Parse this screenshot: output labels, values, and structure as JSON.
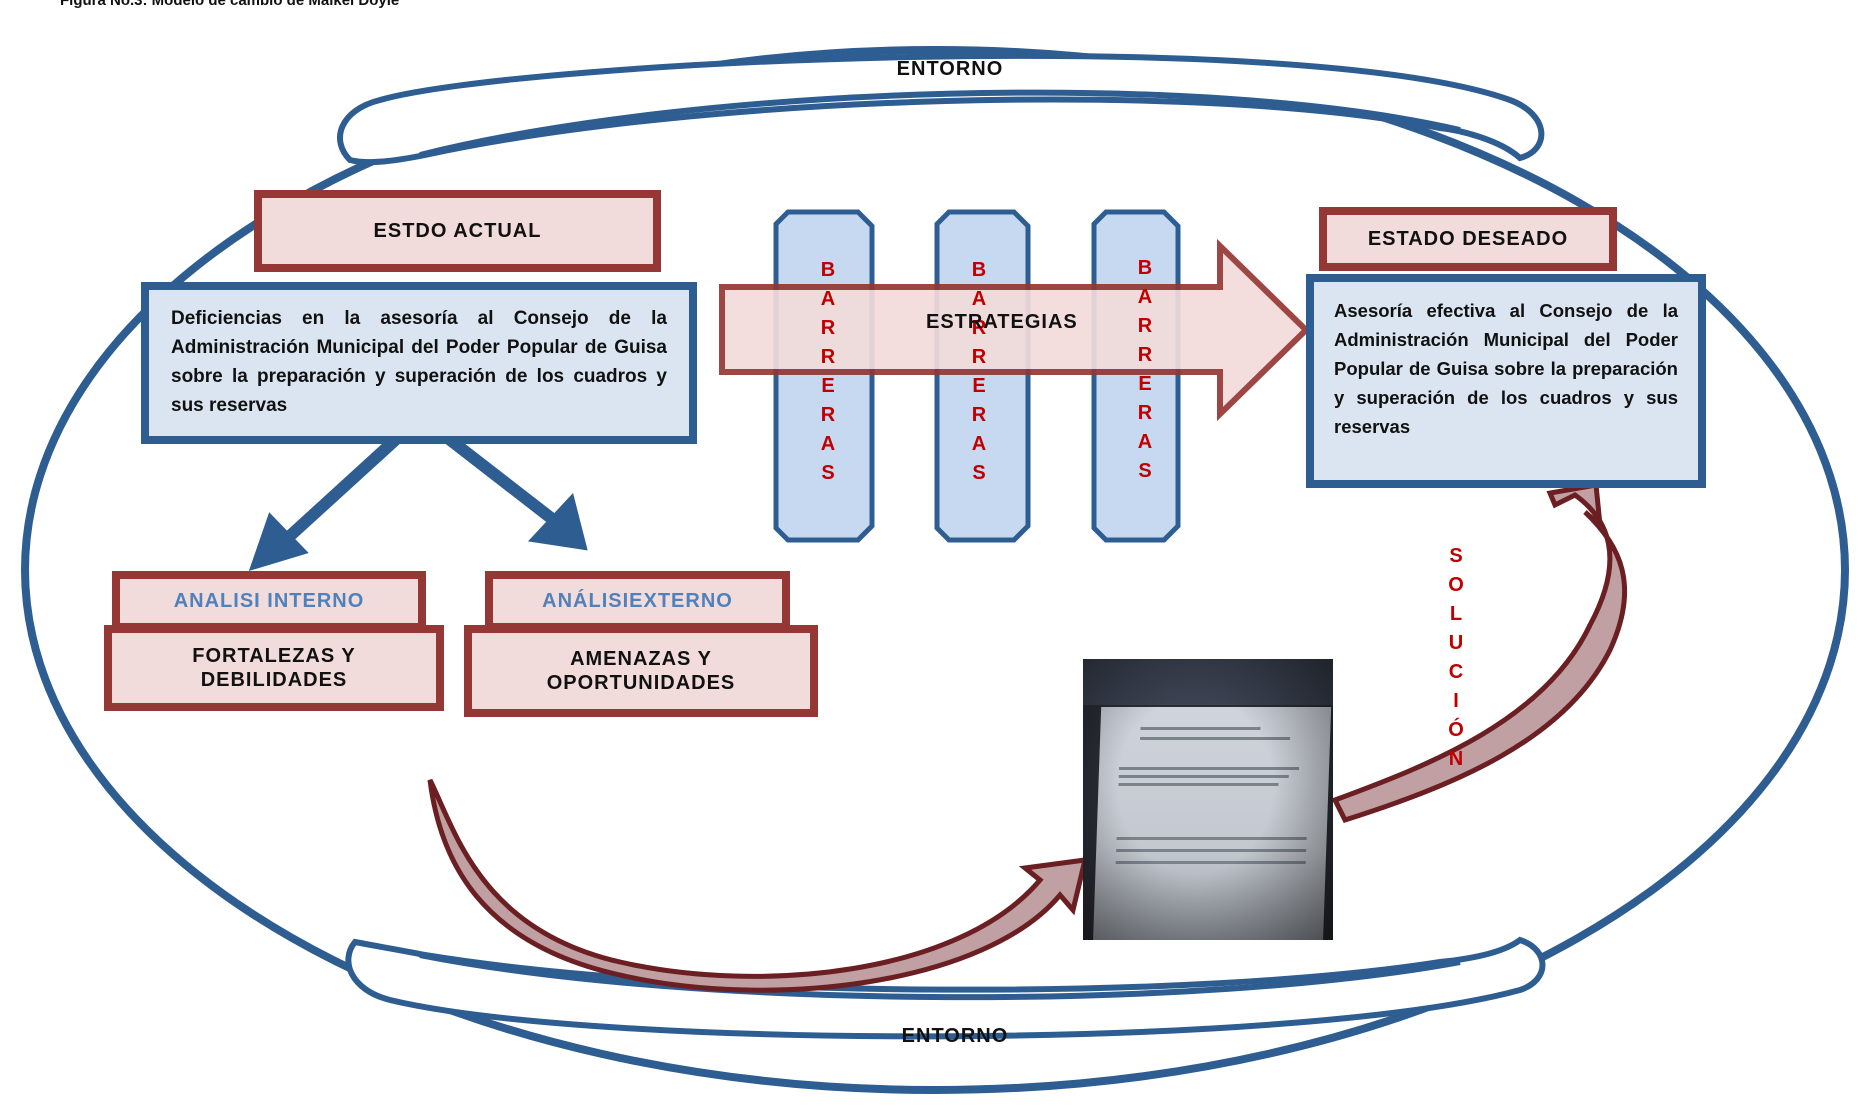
{
  "caption": "Figura No.3: Modelo de cambio de Maikel Doyle",
  "entorno_top": "ENTORNO",
  "entorno_bottom": "ENTORNO",
  "estado_actual": {
    "title": "ESTDO ACTUAL",
    "text": "Deficiencias en la asesoría al Consejo de la Administración Municipal del Poder Popular de Guisa sobre la preparación y superación de los cuadros y sus reservas"
  },
  "estado_deseado": {
    "title": "ESTADO  DESEADO",
    "text": "Asesoría efectiva al Consejo de la Administración Municipal del Poder Popular de Guisa sobre  la preparación y superación de los cuadros y sus reservas"
  },
  "barreras": [
    "B",
    "A",
    "R",
    "R",
    "E",
    "R",
    "A",
    "S"
  ],
  "estrategias": "ESTRATEGIAS",
  "analisis_interno": {
    "title": "ANALISI INTERNO",
    "content": [
      "FORTALEZAS Y",
      "DEBILIDADES"
    ]
  },
  "analisis_externo": {
    "title": "ANÁLISIEXTERNO",
    "content": [
      "AMENAZAS Y",
      "OPORTUNIDADES"
    ]
  },
  "solucion": [
    "S",
    "O",
    "L",
    "U",
    "C",
    "I",
    "Ó",
    "N"
  ],
  "colors": {
    "dark_red": "#953735",
    "pink_fill": "#f2dcdb",
    "blue_border": "#2e5d92",
    "blue_fill": "#dbe5f1",
    "barrier_fill": "#c6d9f1",
    "red_text": "#c00000",
    "curved_arrow_fill": "#c0a0a2"
  }
}
